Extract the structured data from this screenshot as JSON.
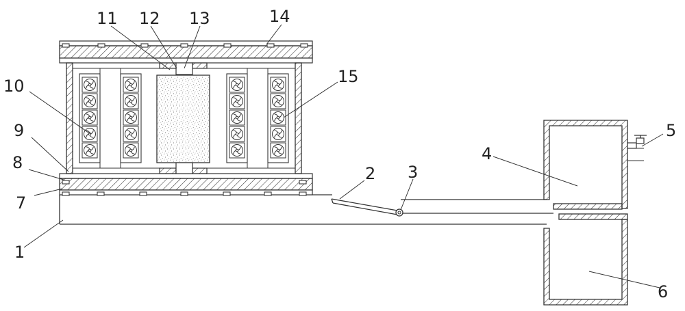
{
  "figure": {
    "labels": {
      "l1": "1",
      "l2": "2",
      "l3": "3",
      "l4": "4",
      "l5": "5",
      "l6": "6",
      "l7": "7",
      "l8": "8",
      "l9": "9",
      "l10": "10",
      "l11": "11",
      "l12": "12",
      "l13": "13",
      "l14": "14",
      "l15": "15"
    }
  }
}
